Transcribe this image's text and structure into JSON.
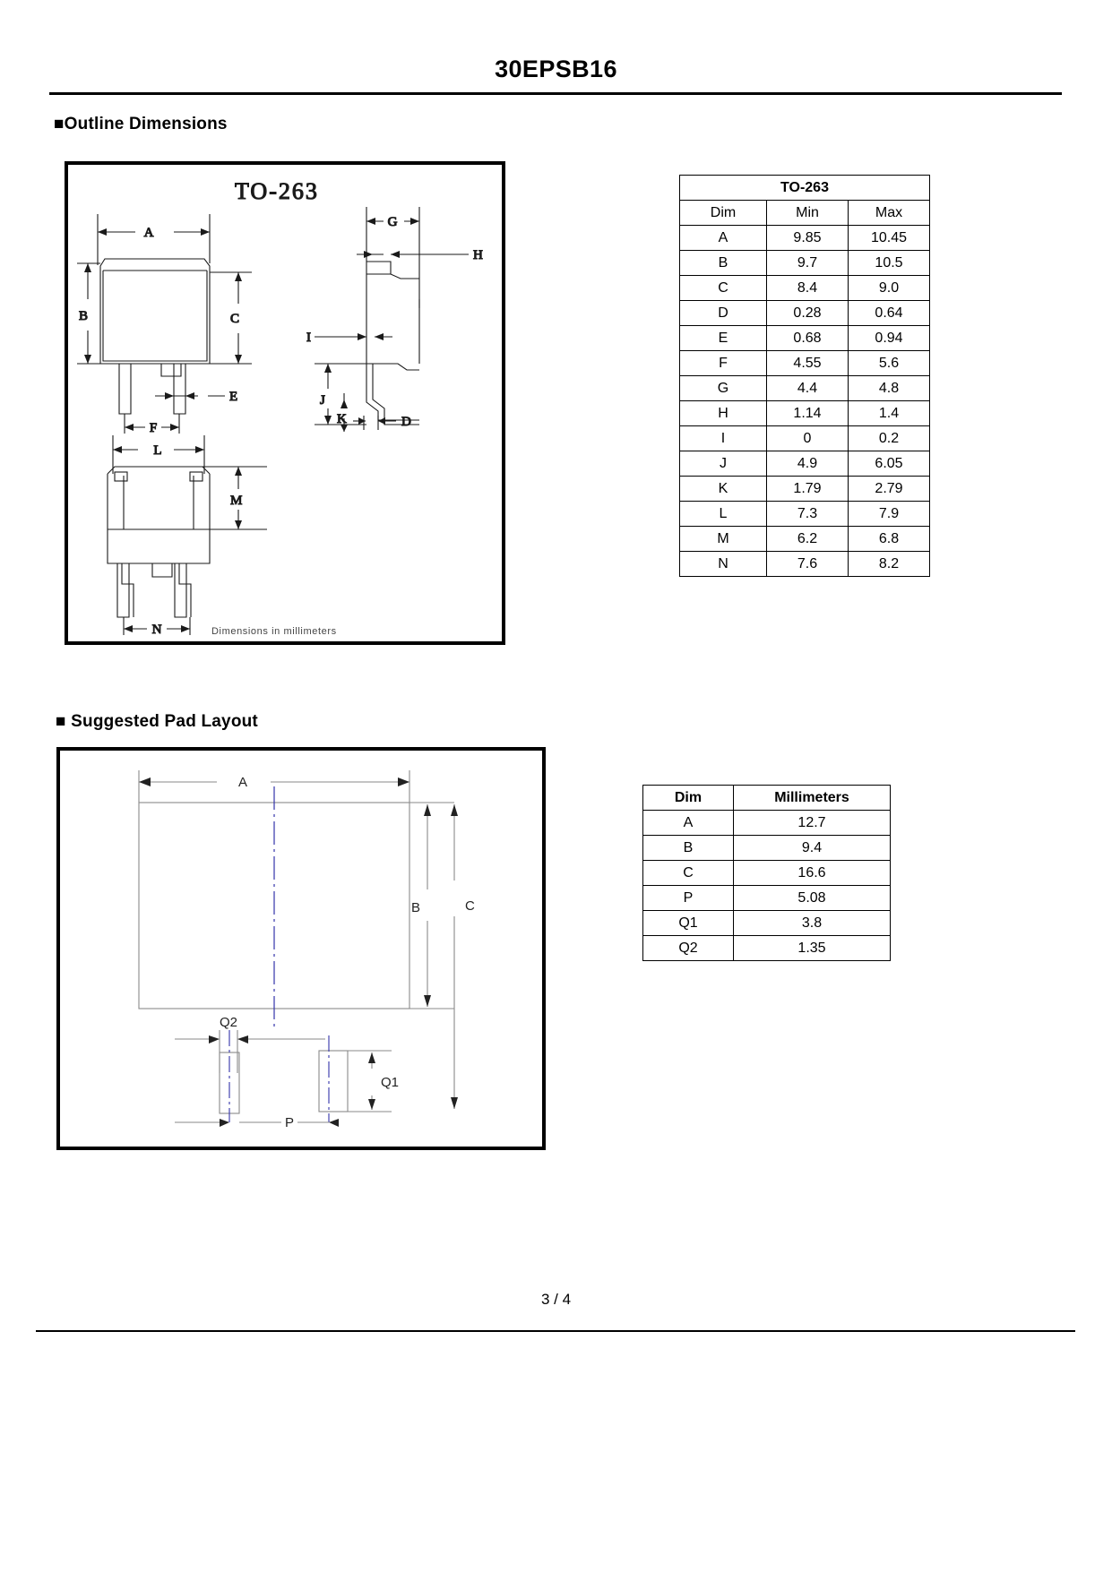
{
  "header": {
    "part_number": "30EPSB16"
  },
  "sections": {
    "outline": {
      "heading": "■Outline Dimensions",
      "drawing": {
        "package_title": "TO-263",
        "note": "Dimensions in millimeters",
        "labels": [
          "A",
          "B",
          "C",
          "D",
          "E",
          "F",
          "G",
          "H",
          "I",
          "J",
          "K",
          "L",
          "M",
          "N"
        ]
      },
      "table": {
        "title": "TO-263",
        "columns": [
          "Dim",
          "Min",
          "Max"
        ],
        "rows": [
          [
            "A",
            "9.85",
            "10.45"
          ],
          [
            "B",
            "9.7",
            "10.5"
          ],
          [
            "C",
            "8.4",
            "9.0"
          ],
          [
            "D",
            "0.28",
            "0.64"
          ],
          [
            "E",
            "0.68",
            "0.94"
          ],
          [
            "F",
            "4.55",
            "5.6"
          ],
          [
            "G",
            "4.4",
            "4.8"
          ],
          [
            "H",
            "1.14",
            "1.4"
          ],
          [
            "I",
            "0",
            "0.2"
          ],
          [
            "J",
            "4.9",
            "6.05"
          ],
          [
            "K",
            "1.79",
            "2.79"
          ],
          [
            "L",
            "7.3",
            "7.9"
          ],
          [
            "M",
            "6.2",
            "6.8"
          ],
          [
            "N",
            "7.6",
            "8.2"
          ]
        ]
      }
    },
    "pad_layout": {
      "heading": "■ Suggested Pad Layout",
      "drawing": {
        "labels": [
          "A",
          "B",
          "C",
          "P",
          "Q1",
          "Q2"
        ]
      },
      "table": {
        "columns": [
          "Dim",
          "Millimeters"
        ],
        "rows": [
          [
            "A",
            "12.7"
          ],
          [
            "B",
            "9.4"
          ],
          [
            "C",
            "16.6"
          ],
          [
            "P",
            "5.08"
          ],
          [
            "Q1",
            "3.8"
          ],
          [
            "Q2",
            "1.35"
          ]
        ]
      }
    }
  },
  "footer": {
    "page": "3 / 4"
  },
  "colors": {
    "ink": "#000000",
    "line": "#1a1a1a",
    "centerline": "#3333aa",
    "pad_outline": "#8a8a8a"
  }
}
